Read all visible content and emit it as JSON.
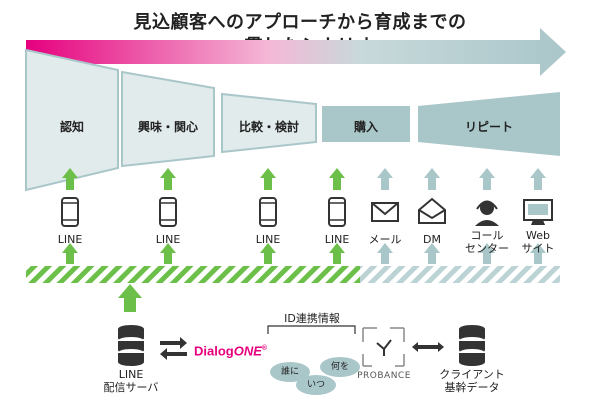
{
  "title": {
    "line1": "見込顧客へのアプローチから育成までの",
    "line2": "一貫したシナリオ"
  },
  "stages": [
    {
      "label": "認知"
    },
    {
      "label": "興味・関心"
    },
    {
      "label": "比較・検討"
    },
    {
      "label": "購入"
    },
    {
      "label": "リピート"
    }
  ],
  "channels": [
    {
      "label_1": "LINE",
      "label_2": "",
      "icon": "smartphone-icon",
      "color": "#6cc04a"
    },
    {
      "label_1": "LINE",
      "label_2": "",
      "icon": "smartphone-icon",
      "color": "#6cc04a"
    },
    {
      "label_1": "LINE",
      "label_2": "",
      "icon": "smartphone-icon",
      "color": "#6cc04a"
    },
    {
      "label_1": "LINE",
      "label_2": "",
      "icon": "smartphone-icon",
      "color": "#6cc04a"
    },
    {
      "label_1": "メール",
      "label_2": "",
      "icon": "mail-icon",
      "color": "#a9c6c9"
    },
    {
      "label_1": "DM",
      "label_2": "",
      "icon": "open-envelope-icon",
      "color": "#a9c6c9"
    },
    {
      "label_1": "コール",
      "label_2": "センター",
      "icon": "headset-operator-icon",
      "color": "#a9c6c9"
    },
    {
      "label_1": "Web",
      "label_2": "サイト",
      "icon": "monitor-icon",
      "color": "#a9c6c9"
    }
  ],
  "colors": {
    "pink": "#e6007e",
    "teal_gray": "#a9c6c9",
    "funnel_light": "#e2ebec",
    "green": "#6cc04a",
    "dark": "#333333"
  },
  "bottom": {
    "line_server": {
      "label_1": "LINE",
      "label_2": "配信サーバ"
    },
    "dialogone": {
      "text_dialog": "Dialog",
      "text_one": "ONE",
      "trademark": "®"
    },
    "id_link": {
      "label": "ID連携情報"
    },
    "bubbles": [
      {
        "text": "誰に"
      },
      {
        "text": "いつ"
      },
      {
        "text": "何を"
      }
    ],
    "probance": {
      "label": "PROBANCE"
    },
    "client_db": {
      "label_1": "クライアント",
      "label_2": "基幹データ"
    }
  }
}
